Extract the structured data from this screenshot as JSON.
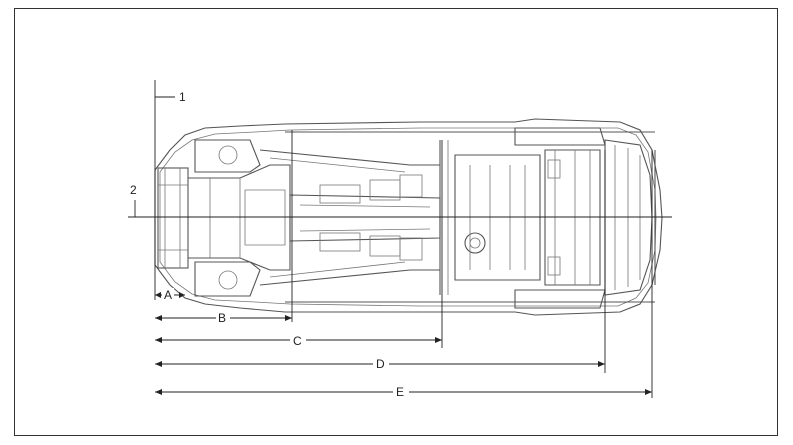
{
  "figure": {
    "callouts": {
      "c1": "1",
      "c2": "2"
    },
    "dimensions": {
      "a": "A",
      "b": "B",
      "c": "C",
      "d": "D",
      "e": "E"
    }
  }
}
